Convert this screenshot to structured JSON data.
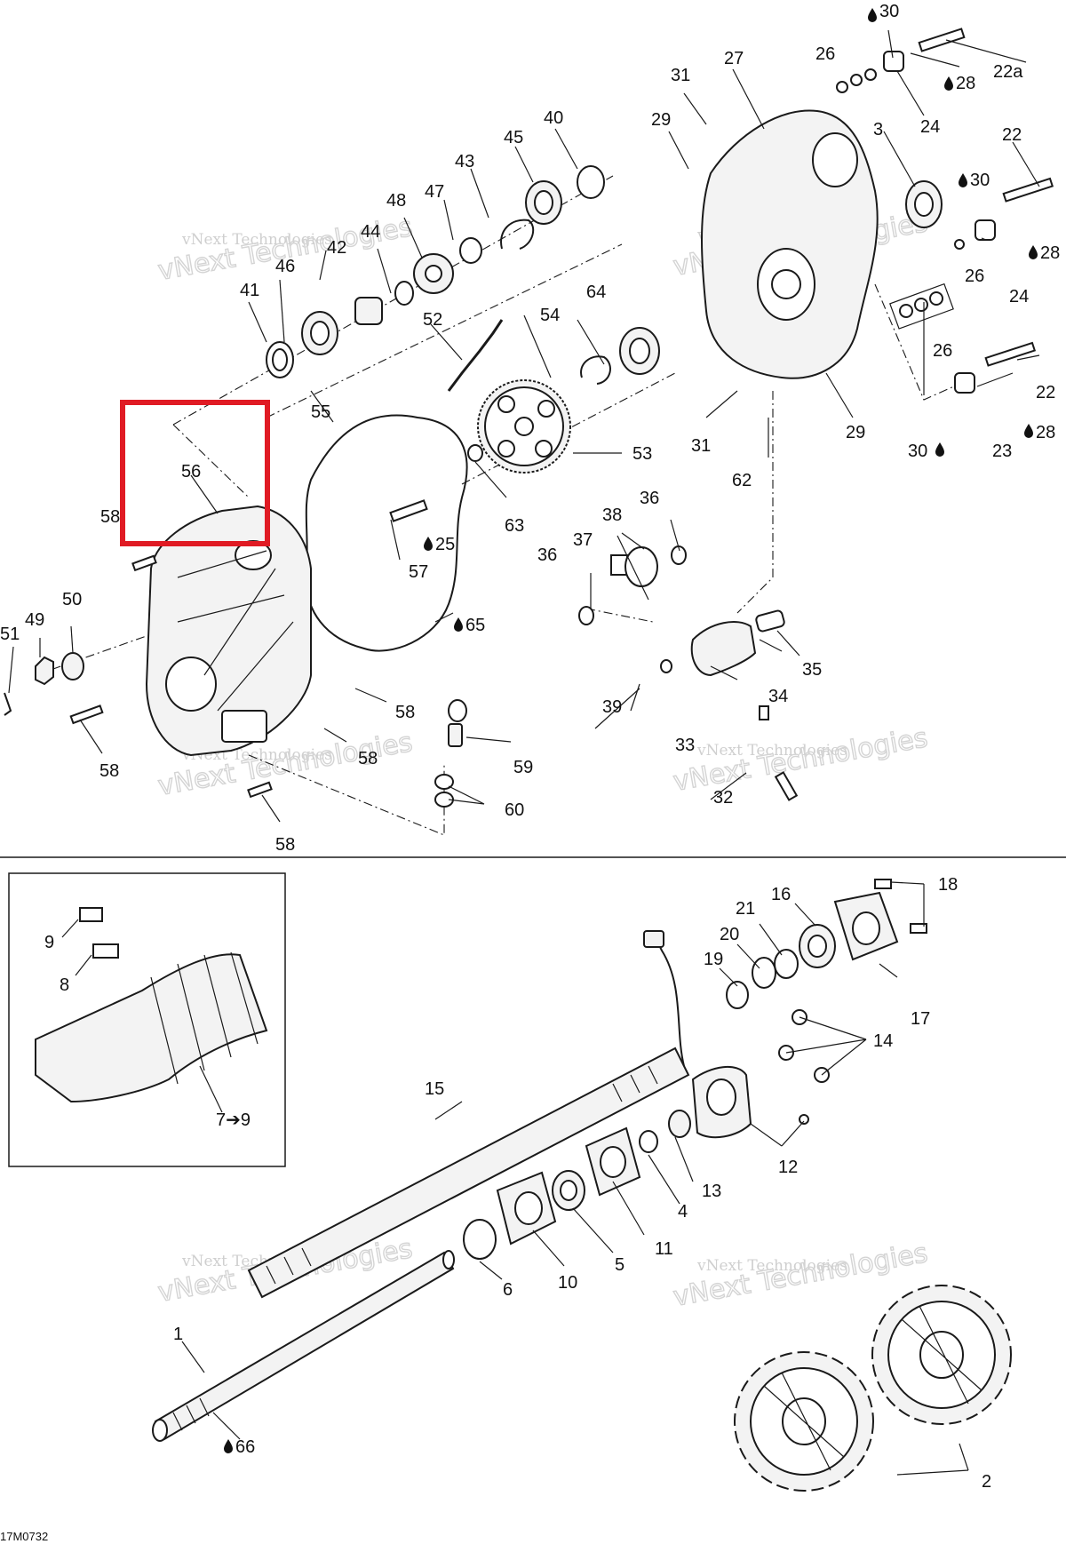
{
  "diagram": {
    "reference_code": "17M0732",
    "watermark": {
      "line1": "vNext Technologies",
      "line2": "vNext Technologies"
    },
    "highlight": {
      "part": "56",
      "color": "#e01b24"
    },
    "labels": {
      "p1": "1",
      "p2": "2",
      "p3": "3",
      "p4": "4",
      "p5": "5",
      "p6": "6",
      "p7": "7➔9",
      "p8": "8",
      "p9": "9",
      "p10": "10",
      "p11": "11",
      "p12": "12",
      "p13": "13",
      "p14": "14",
      "p15": "15",
      "p16": "16",
      "p17": "17",
      "p18": "18",
      "p19": "19",
      "p20": "20",
      "p21": "21",
      "p22": "22",
      "p22a": "22a",
      "p23": "23",
      "p24": "24",
      "p25": "25",
      "p26": "26",
      "p27": "27",
      "p28": "28",
      "p29": "29",
      "p30": "30",
      "p31": "31",
      "p32": "32",
      "p33": "33",
      "p34": "34",
      "p35": "35",
      "p36": "36",
      "p37": "37",
      "p38": "38",
      "p39": "39",
      "p40": "40",
      "p41": "41",
      "p42": "42",
      "p43": "43",
      "p44": "44",
      "p45": "45",
      "p46": "46",
      "p47": "47",
      "p48": "48",
      "p49": "49",
      "p50": "50",
      "p51": "51",
      "p52": "52",
      "p53": "53",
      "p54": "54",
      "p55": "55",
      "p56": "56",
      "p57": "57",
      "p58": "58",
      "p59": "59",
      "p60": "60",
      "p62": "62",
      "p63": "63",
      "p64": "64",
      "p65": "65",
      "p66": "66"
    }
  }
}
